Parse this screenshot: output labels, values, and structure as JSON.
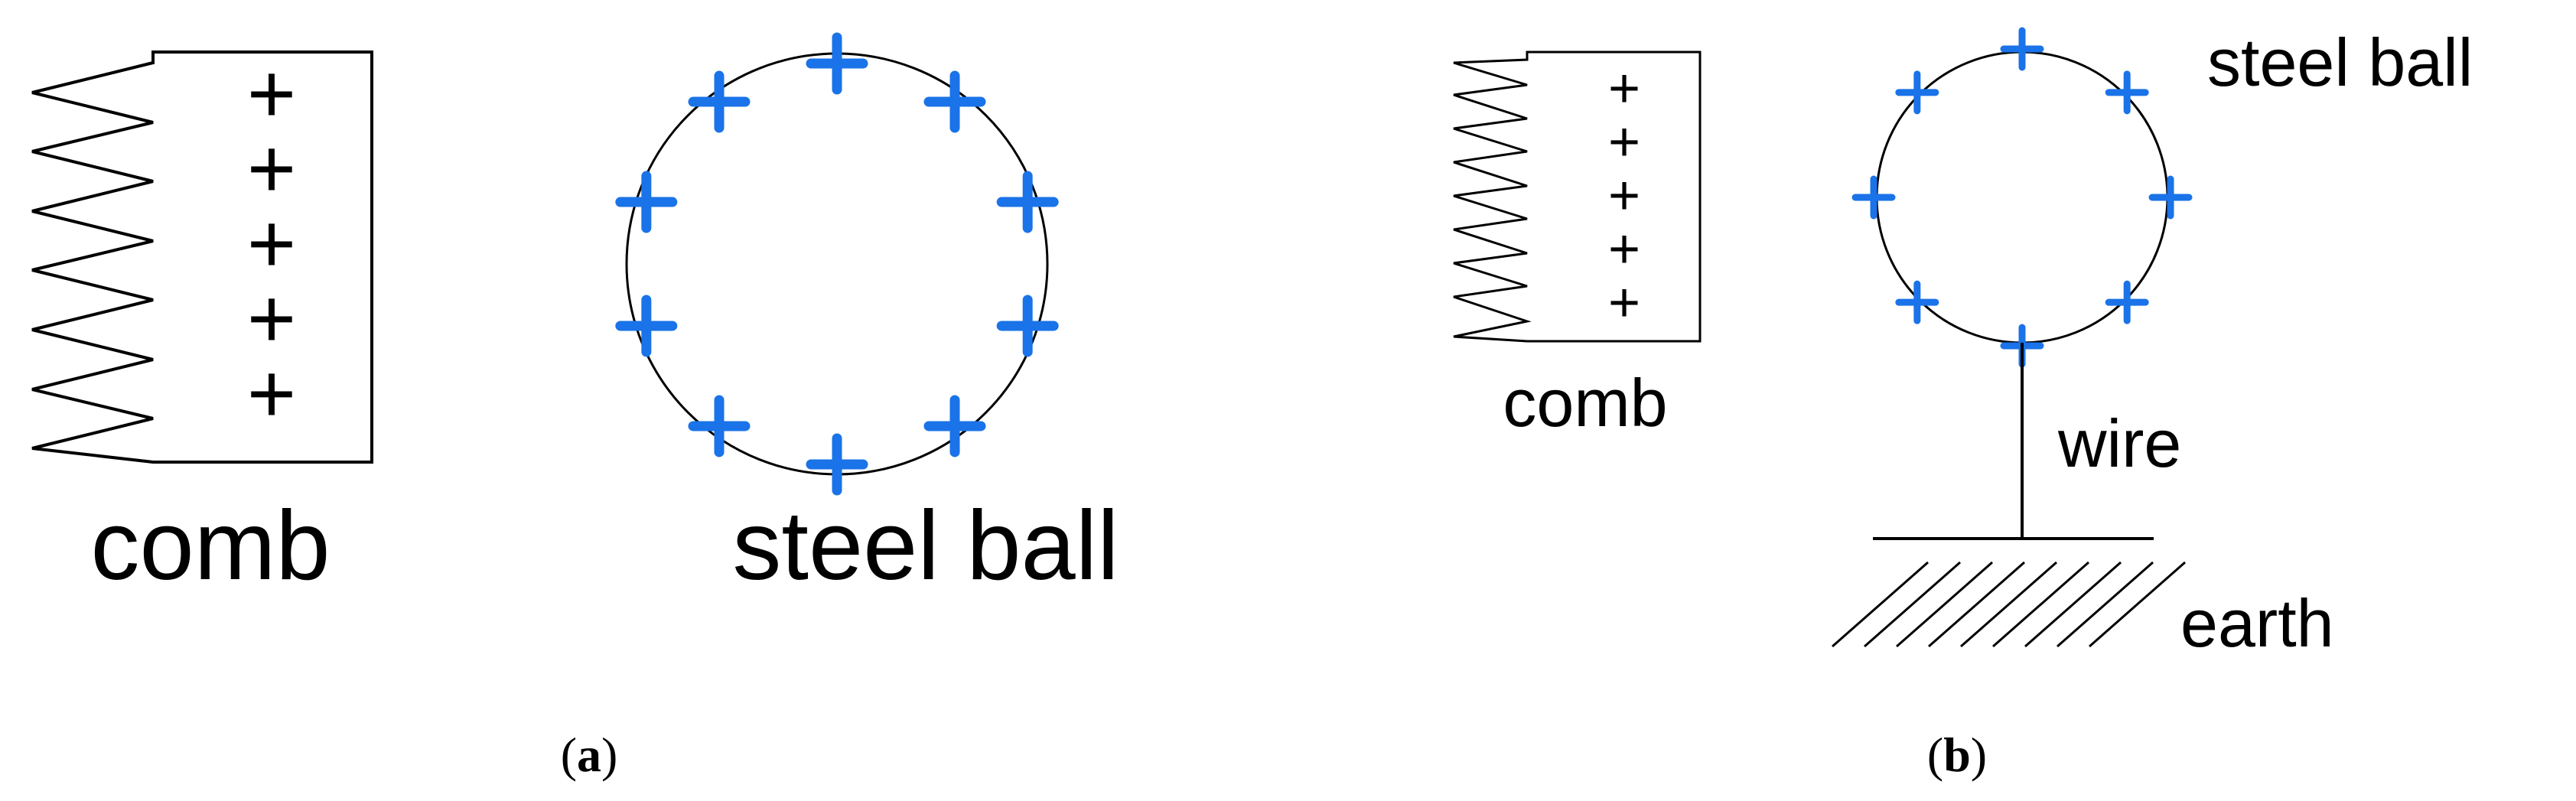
{
  "panel_a": {
    "comb_label": "comb",
    "ball_label": "steel ball",
    "comb_charge_signs": [
      "+",
      "+",
      "+",
      "+",
      "+"
    ],
    "ball_charge_signs": [
      "+",
      "+",
      "+",
      "+",
      "+",
      "+",
      "+",
      "+",
      "+",
      "+"
    ],
    "caption_open": "(",
    "caption_letter": "a",
    "caption_close": ")"
  },
  "panel_b": {
    "comb_label": "comb",
    "ball_label": "steel ball",
    "wire_label": "wire",
    "earth_label": "earth",
    "comb_charge_signs": [
      "+",
      "+",
      "+",
      "+",
      "+"
    ],
    "ball_charge_signs": [
      "+",
      "+",
      "+",
      "+",
      "+",
      "+",
      "+",
      "+"
    ],
    "caption_open": "(",
    "caption_letter": "b",
    "caption_close": ")"
  },
  "colors": {
    "ball_charge": "#1a73e8",
    "comb_charge": "#000000",
    "line": "#000000"
  }
}
